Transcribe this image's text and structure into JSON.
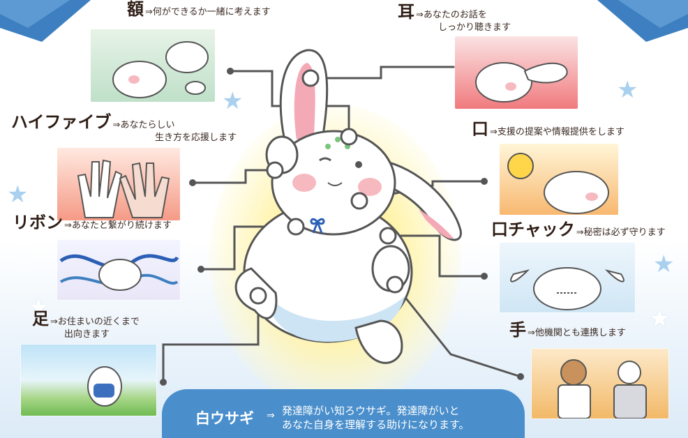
{
  "features": {
    "forehead": {
      "head": "額",
      "desc": "何ができるか一緒に考えます"
    },
    "ear": {
      "head": "耳",
      "line1": "あなたのお話を",
      "line2": "しっかり聴きます"
    },
    "highfive": {
      "head": "ハイファイブ",
      "line1": "あなたらしい",
      "line2": "生き方を応援します"
    },
    "mouth": {
      "head": "口",
      "desc": "支援の提案や情報提供をします"
    },
    "ribbon": {
      "head": "リボン",
      "desc": "あなたと繋がり続けます"
    },
    "zipper": {
      "head": "口チャック",
      "desc": "秘密は必ず守ります"
    },
    "foot": {
      "head": "足",
      "line1": "お住まいの近くまで",
      "line2": "出向きます"
    },
    "hand": {
      "head": "手",
      "desc": "他機関とも連携します"
    }
  },
  "arrow_symbol": "⇒",
  "caption": {
    "title": "白ウサギ",
    "line1": "発達障がい知ろウサギ。発達障がいと",
    "line2": "あなた自身を理解する助けになります。"
  },
  "colors": {
    "accent_blue": "#4a8fcc",
    "line_gray": "#5a5a5a",
    "glow_yellow": "#fff3a8",
    "cheek_pink": "#f6b9bf"
  },
  "icons": [
    "star-icon",
    "rabbit-illustration",
    "lightbulb-icon",
    "cloud-icon",
    "ribbon-icon"
  ]
}
